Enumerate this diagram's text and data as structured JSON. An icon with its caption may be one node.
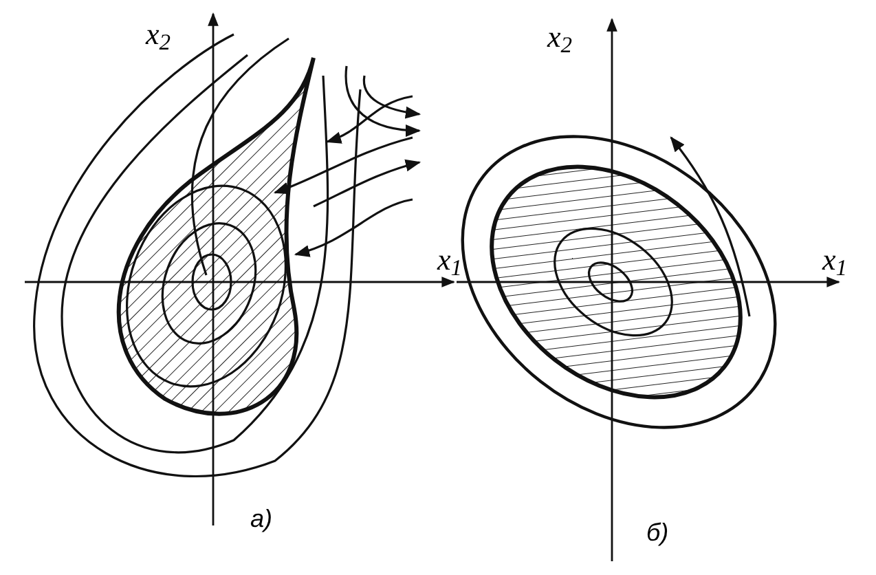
{
  "diagram": {
    "labels": [
      "x$_{2}$",
      "x$_{1}$",
      "а)",
      "x$_{2}$",
      "x$_{1}$",
      "б)"
    ]
  }
}
